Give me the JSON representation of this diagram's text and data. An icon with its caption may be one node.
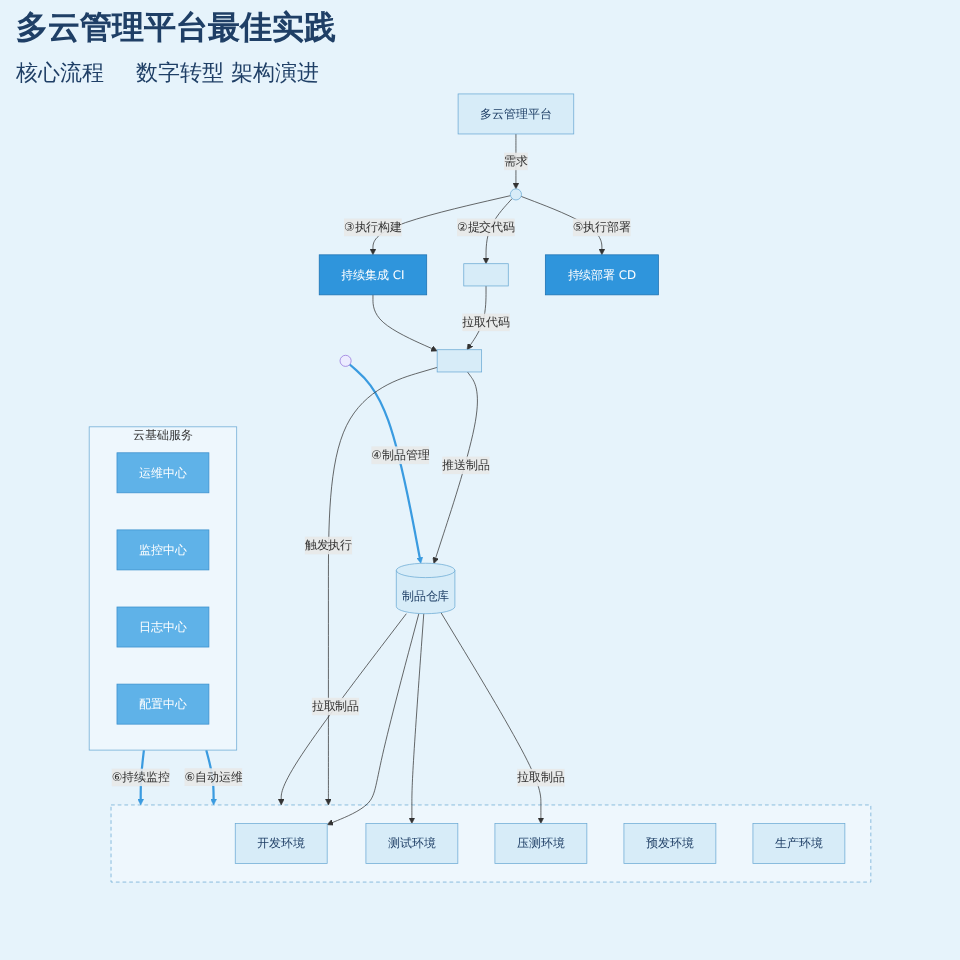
{
  "diagram": {
    "title": "多云管理平台最佳实践",
    "nodes": [
      {
        "text": [
          "多云管理平台"
        ]
      },
      {
        "text": [],
        "shape": "box"
      },
      {
        "text": [],
        "shape": "box"
      },
      {
        "text": [],
        "shape": "person"
      },
      {
        "text": [
          "持续集成 CI"
        ]
      },
      {
        "text": [
          "持续部署 CD"
        ]
      },
      {
        "text": [
          "制品仓库"
        ]
      },
      {
        "text": [],
        "shape": "box"
      },
      {
        "text": [
          "开发环境"
        ],
        "in": 7
      },
      {
        "text": [
          "测试环境"
        ],
        "in": 7
      },
      {
        "text": [
          "压测环境"
        ],
        "in": 7
      },
      {
        "text": [
          "预发环境"
        ],
        "in": 7
      },
      {
        "text": [
          "生产环境"
        ],
        "in": 7
      },
      {
        "text": [
          "云基础服务"
        ]
      },
      {
        "text": [
          "运维中心"
        ],
        "in": 13
      },
      {
        "text": [
          "监控中心"
        ],
        "in": 13
      },
      {
        "text": [
          "日志中心"
        ],
        "in": 13
      },
      {
        "text": [
          "配置中心"
        ],
        "in": 13
      }
    ],
    "edges": [
      {
        "from": 0,
        "to": 3,
        "arrow": "to",
        "label": "需求"
      },
      {
        "from": 3,
        "to": 2,
        "arrow": "to",
        "label": "②提交代码"
      },
      {
        "from": 2,
        "to": 1,
        "arrow": "to",
        "label": "拉取代码"
      },
      {
        "from": 3,
        "to": 4,
        "arrow": "to",
        "label": "③执行构建"
      },
      {
        "from": 4,
        "to": 1,
        "arrow": "to"
      },
      {
        "from": 1,
        "to": 7,
        "arrow": "to",
        "label": "触发执行"
      },
      {
        "from": 1,
        "to": 6,
        "arrow": "to",
        "label": "推送制品"
      },
      {
        "from": null,
        "to": 6,
        "arrow": "to",
        "label": "④制品管理",
        "color": "#3a9be0"
      },
      {
        "from": 6,
        "to": 8,
        "arrow": "to"
      },
      {
        "from": 6,
        "to": 9,
        "arrow": "to"
      },
      {
        "from": 6,
        "to": 10,
        "arrow": "to",
        "label": "拉取制品"
      },
      {
        "from": 6,
        "to": 7,
        "arrow": "to",
        "label": "拉取制品"
      },
      {
        "from": 13,
        "to": 7,
        "arrow": "to",
        "label": "⑥自动运维",
        "color": "#3a9be0"
      },
      {
        "from": 13,
        "to": 7,
        "arrow": "to",
        "label": "⑥持续监控",
        "color": "#3a9be0"
      },
      {
        "from": 3,
        "to": 5,
        "arrow": "to",
        "label": "⑤执行部署"
      }
    ],
    "labels": [
      "核心流程",
      "数字转型 架构演进"
    ]
  }
}
